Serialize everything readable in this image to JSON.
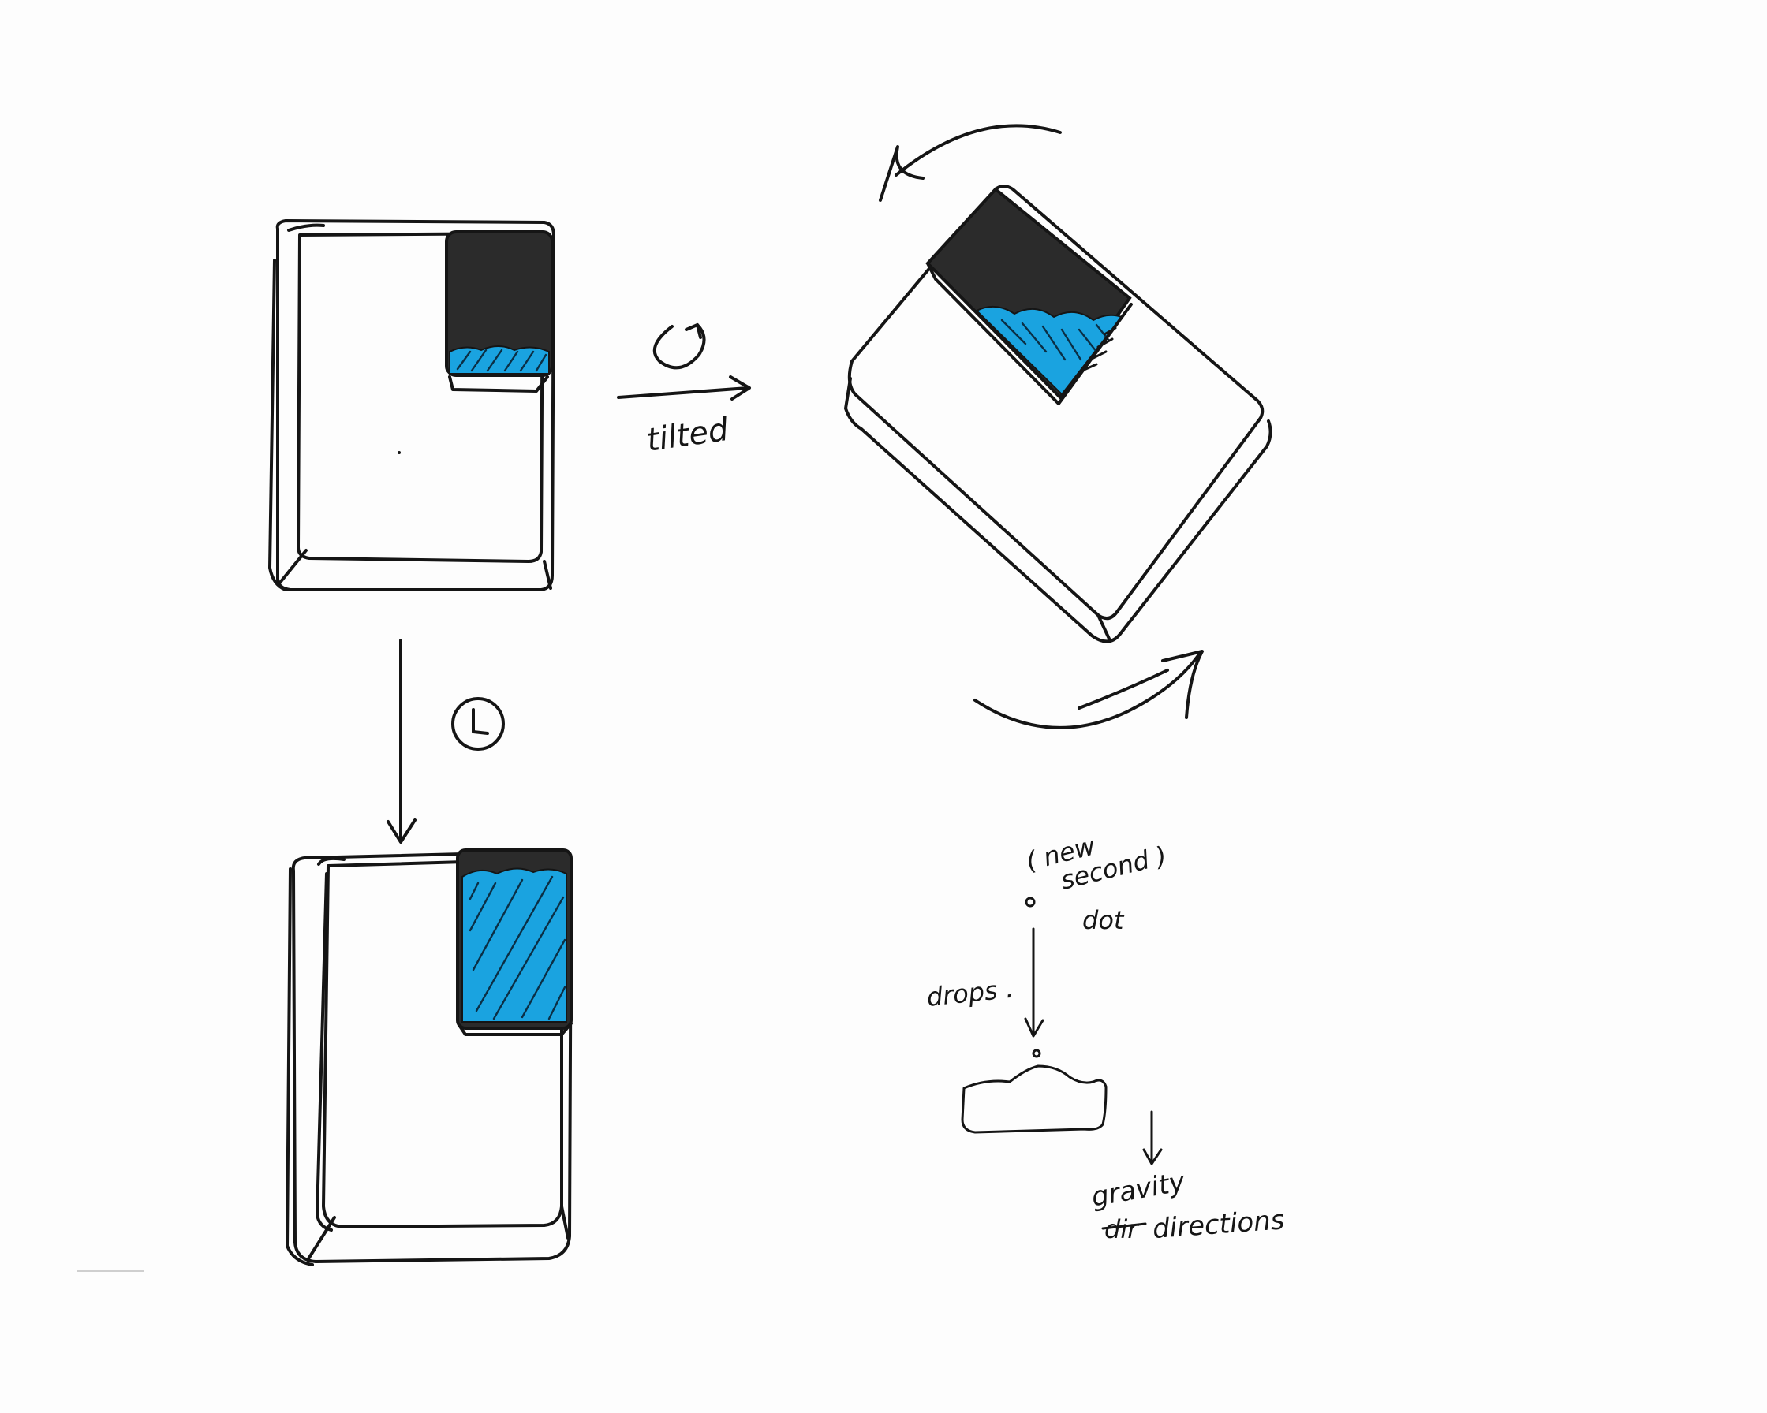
{
  "colors": {
    "ink": "#151515",
    "paper": "#fdfdfd",
    "screen": "#2b2b2b",
    "water": "#1aa3e0"
  },
  "labels": {
    "tilted": "tilted",
    "rotate_symbol": "↻",
    "time_symbol": "clock-icon",
    "new_second_dot_line1": "( new",
    "new_second_dot_line2": "second )",
    "new_second_dot_line3": "dot",
    "drops": "drops .",
    "gravity": "gravity",
    "struck_word": "dir",
    "directions": "directions"
  },
  "devices": {
    "upright": {
      "water_fill": 0.12
    },
    "tilted": {
      "water_fill": 0.4
    },
    "after_time": {
      "water_fill": 0.85
    }
  }
}
